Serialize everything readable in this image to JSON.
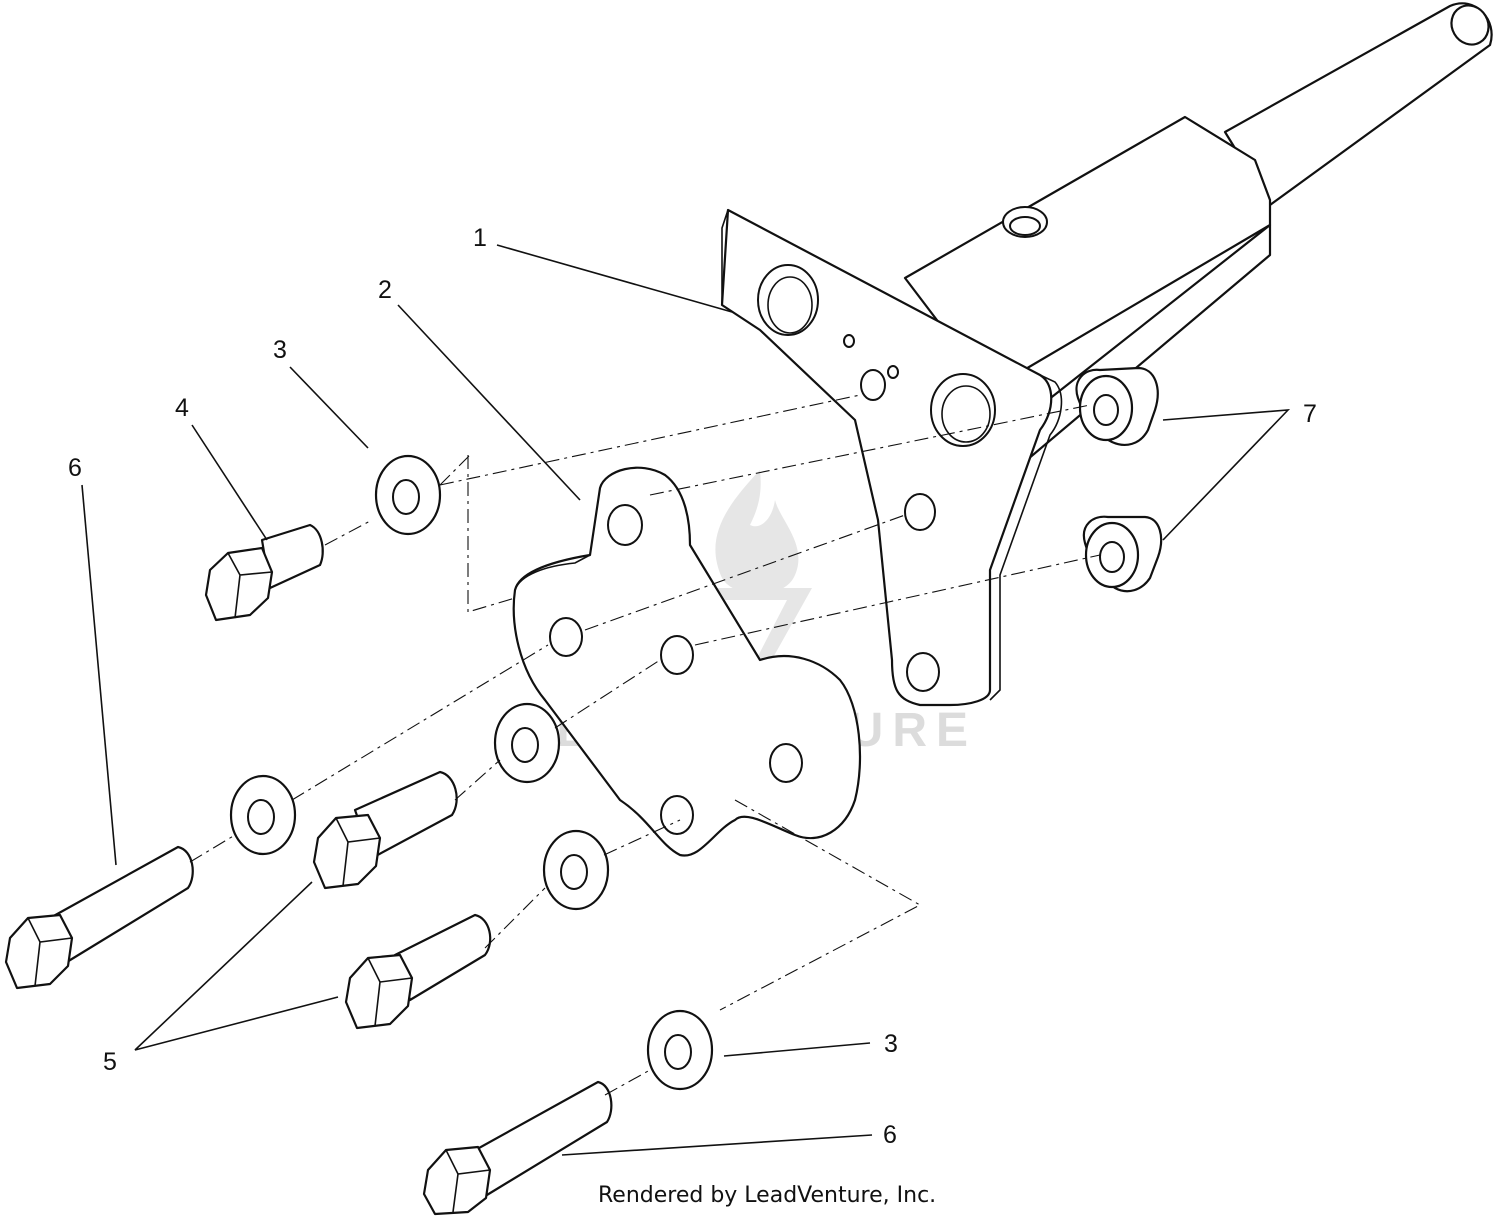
{
  "diagram": {
    "callouts": [
      {
        "id": "c1",
        "label": "1"
      },
      {
        "id": "c2",
        "label": "2"
      },
      {
        "id": "c3a",
        "label": "3"
      },
      {
        "id": "c4",
        "label": "4"
      },
      {
        "id": "c6a",
        "label": "6"
      },
      {
        "id": "c7",
        "label": "7"
      },
      {
        "id": "c5",
        "label": "5"
      },
      {
        "id": "c3b",
        "label": "3"
      },
      {
        "id": "c6b",
        "label": "6"
      }
    ],
    "credit": "Rendered by LeadVenture, Inc.",
    "watermark": "LEADVENTURE"
  },
  "colors": {
    "line": "#111111",
    "background": "#ffffff",
    "watermark": "#dcdcdc"
  }
}
